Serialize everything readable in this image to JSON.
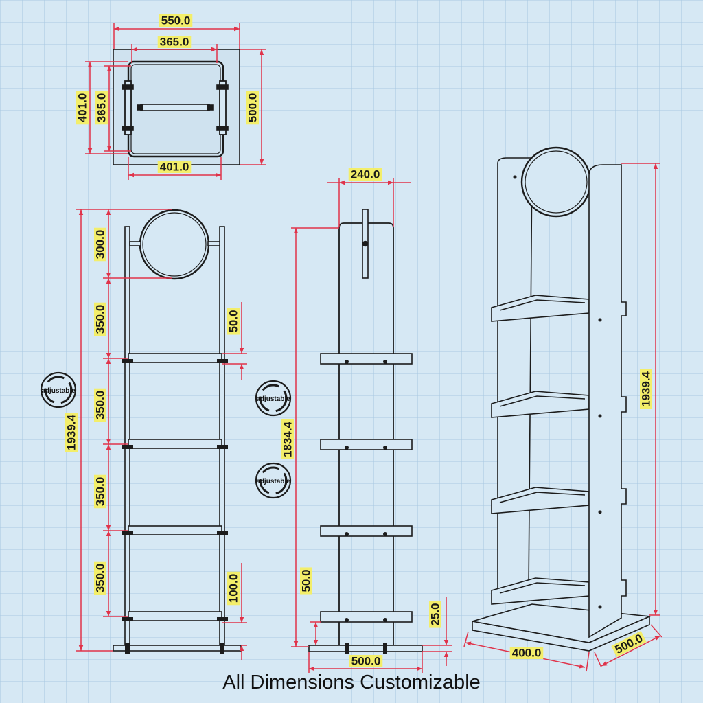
{
  "caption": "All Dimensions Customizable",
  "adjustable_label": "adjustable",
  "colors": {
    "background": "#d6e8f4",
    "grid": "#a9c9e2",
    "line": "#1c1c1c",
    "dimension": "#e0334a",
    "label_bg": "#f3ee6a"
  },
  "top_view": {
    "outer_width": "550.0",
    "inner_width": "365.0",
    "base_width": "401.0",
    "outer_depth": "401.0",
    "inner_depth": "365.0",
    "plate_depth": "500.0"
  },
  "front_view": {
    "overall_height": "1939.4",
    "mirror_height": "300.0",
    "shelf_spacing_1": "350.0",
    "shelf_spacing_2": "350.0",
    "shelf_spacing_3": "350.0",
    "shelf_spacing_4": "350.0",
    "top_gap": "50.0",
    "bottom_gap": "100.0"
  },
  "side_view": {
    "top_width": "240.0",
    "overall_height": "1834.4",
    "bottom_gap": "50.0",
    "base_thickness": "25.0",
    "base_width": "500.0"
  },
  "iso_view": {
    "overall_height": "1939.4",
    "base_length": "400.0",
    "base_depth": "500.0"
  }
}
